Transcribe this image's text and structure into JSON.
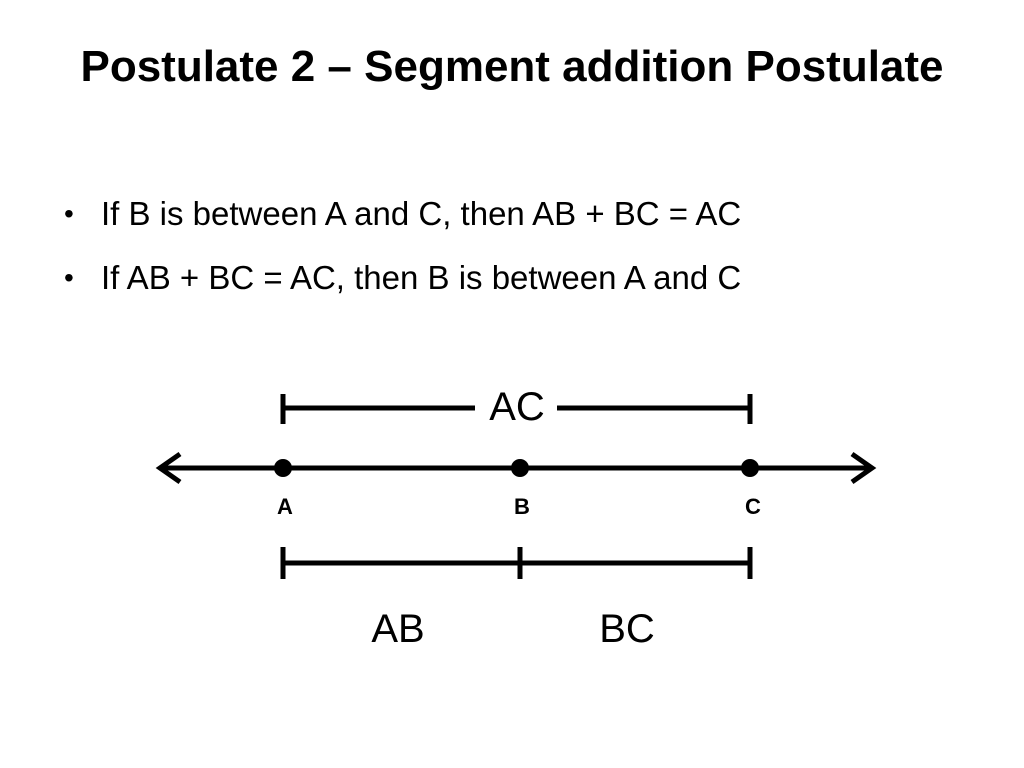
{
  "slide": {
    "title": "Postulate 2 – Segment addition Postulate",
    "bullets": [
      "If B is between A and C, then AB + BC = AC",
      "If AB + BC = AC, then B is between A and C"
    ]
  },
  "diagram": {
    "points": [
      {
        "label": "A",
        "position": 0
      },
      {
        "label": "B",
        "position": 1
      },
      {
        "label": "C",
        "position": 2
      }
    ],
    "segment_labels": {
      "whole": "AC",
      "first": "AB",
      "second": "BC"
    },
    "stroke_color": "#000000"
  }
}
